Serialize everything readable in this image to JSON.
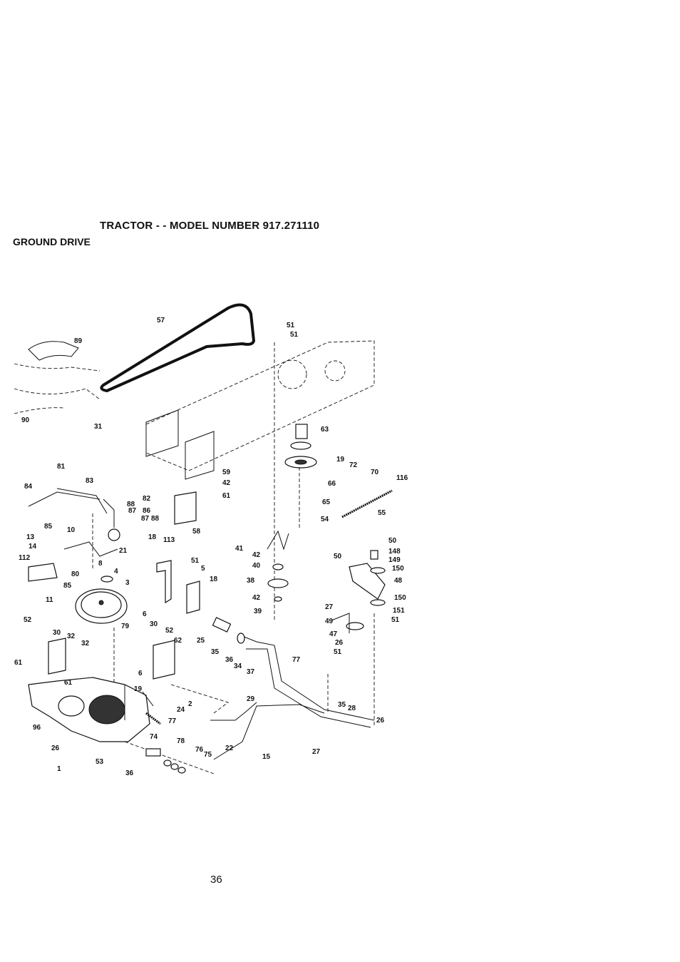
{
  "header": {
    "title": "TRACTOR - - MODEL NUMBER 917.271110",
    "section": "GROUND DRIVE"
  },
  "footer": {
    "page_number": "36"
  },
  "callouts": [
    "57",
    "51",
    "51",
    "89",
    "90",
    "31",
    "63",
    "19",
    "72",
    "70",
    "116",
    "59",
    "42",
    "61",
    "66",
    "65",
    "54",
    "55",
    "81",
    "83",
    "82",
    "84",
    "88",
    "87",
    "86",
    "87",
    "88",
    "58",
    "85",
    "10",
    "13",
    "14",
    "112",
    "18",
    "113",
    "21",
    "8",
    "80",
    "85",
    "11",
    "41",
    "42",
    "40",
    "38",
    "42",
    "39",
    "50",
    "148",
    "149",
    "150",
    "48",
    "50",
    "27",
    "150",
    "151",
    "51",
    "49",
    "47",
    "26",
    "51",
    "4",
    "3",
    "51",
    "5",
    "18",
    "79",
    "6",
    "52",
    "30",
    "32",
    "32",
    "30",
    "52",
    "62",
    "35",
    "36",
    "34",
    "37",
    "77",
    "61",
    "61",
    "6",
    "25",
    "19",
    "24",
    "2",
    "77",
    "74",
    "78",
    "76",
    "75",
    "36",
    "35",
    "28",
    "29",
    "22",
    "15",
    "96",
    "26",
    "1",
    "53",
    "26",
    "27"
  ]
}
